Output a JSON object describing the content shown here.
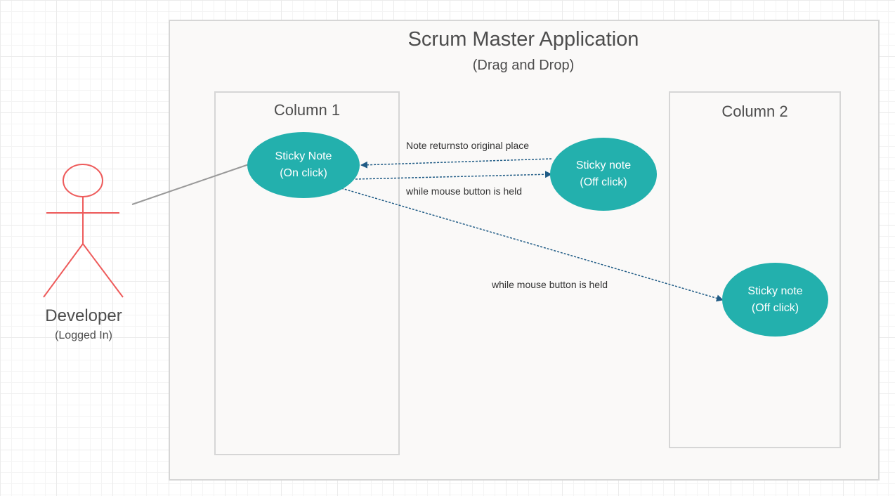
{
  "system": {
    "title": "Scrum Master Application",
    "subtitle": "(Drag and Drop)"
  },
  "columns": [
    {
      "title": "Column 1"
    },
    {
      "title": "Column 2"
    }
  ],
  "notes": [
    {
      "line1": "Sticky Note",
      "line2": "(On click)"
    },
    {
      "line1": "Sticky note",
      "line2": "(Off click)"
    },
    {
      "line1": "Sticky note",
      "line2": "(Off click)"
    }
  ],
  "edges": [
    {
      "label": "Note returnsto original place"
    },
    {
      "label": "while mouse button is held"
    },
    {
      "label": "while mouse button is held"
    }
  ],
  "actor": {
    "name": "Developer",
    "status": "(Logged In)"
  },
  "colors": {
    "note_fill": "#23b0ad",
    "actor_stroke": "#ee5b5b",
    "arrow": "#1f5b85",
    "boundary": "#d6d6d6"
  }
}
